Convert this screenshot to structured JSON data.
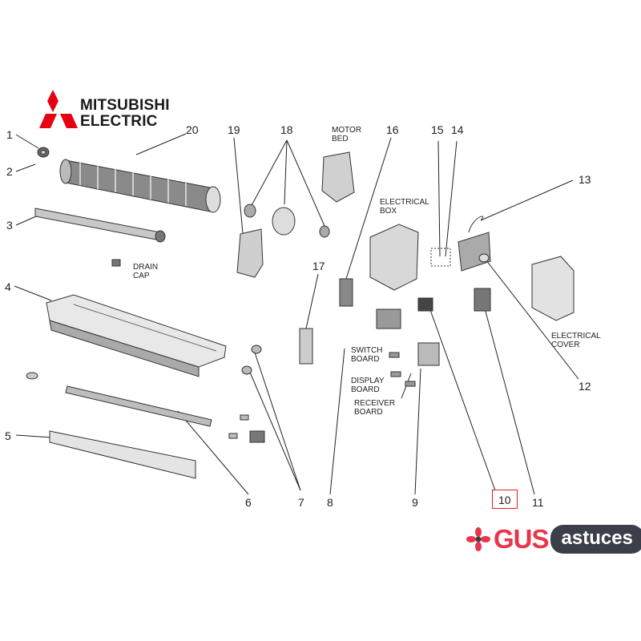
{
  "brand": {
    "line1": "MITSUBISHI",
    "line2": "ELECTRIC",
    "logo_color": "#e60012"
  },
  "callouts": {
    "n1": "1",
    "n2": "2",
    "n3": "3",
    "n4": "4",
    "n5": "5",
    "n6": "6",
    "n7": "7",
    "n8": "8",
    "n9": "9",
    "n10": "10",
    "n11": "11",
    "n12": "12",
    "n13": "13",
    "n14": "14",
    "n15": "15",
    "n16": "16",
    "n17": "17",
    "n18": "18",
    "n19": "19",
    "n20": "20"
  },
  "labels": {
    "drain_cap_1": "DRAIN",
    "drain_cap_2": "CAP",
    "motor_bed_1": "MOTOR",
    "motor_bed_2": "BED",
    "electrical_box_1": "ELECTRICAL",
    "electrical_box_2": "BOX",
    "electrical_cover_1": "ELECTRICAL",
    "electrical_cover_2": "COVER",
    "switch_board_1": "SWITCH",
    "switch_board_2": "BOARD",
    "display_board_1": "DISPLAY",
    "display_board_2": "BOARD",
    "receiver_board_1": "RECEIVER",
    "receiver_board_2": "BOARD"
  },
  "highlight": {
    "part_number": "10",
    "color": "#e02020"
  },
  "watermark": {
    "gus": "GUS",
    "astuces": "astuces",
    "accent_color": "#e8354b"
  }
}
